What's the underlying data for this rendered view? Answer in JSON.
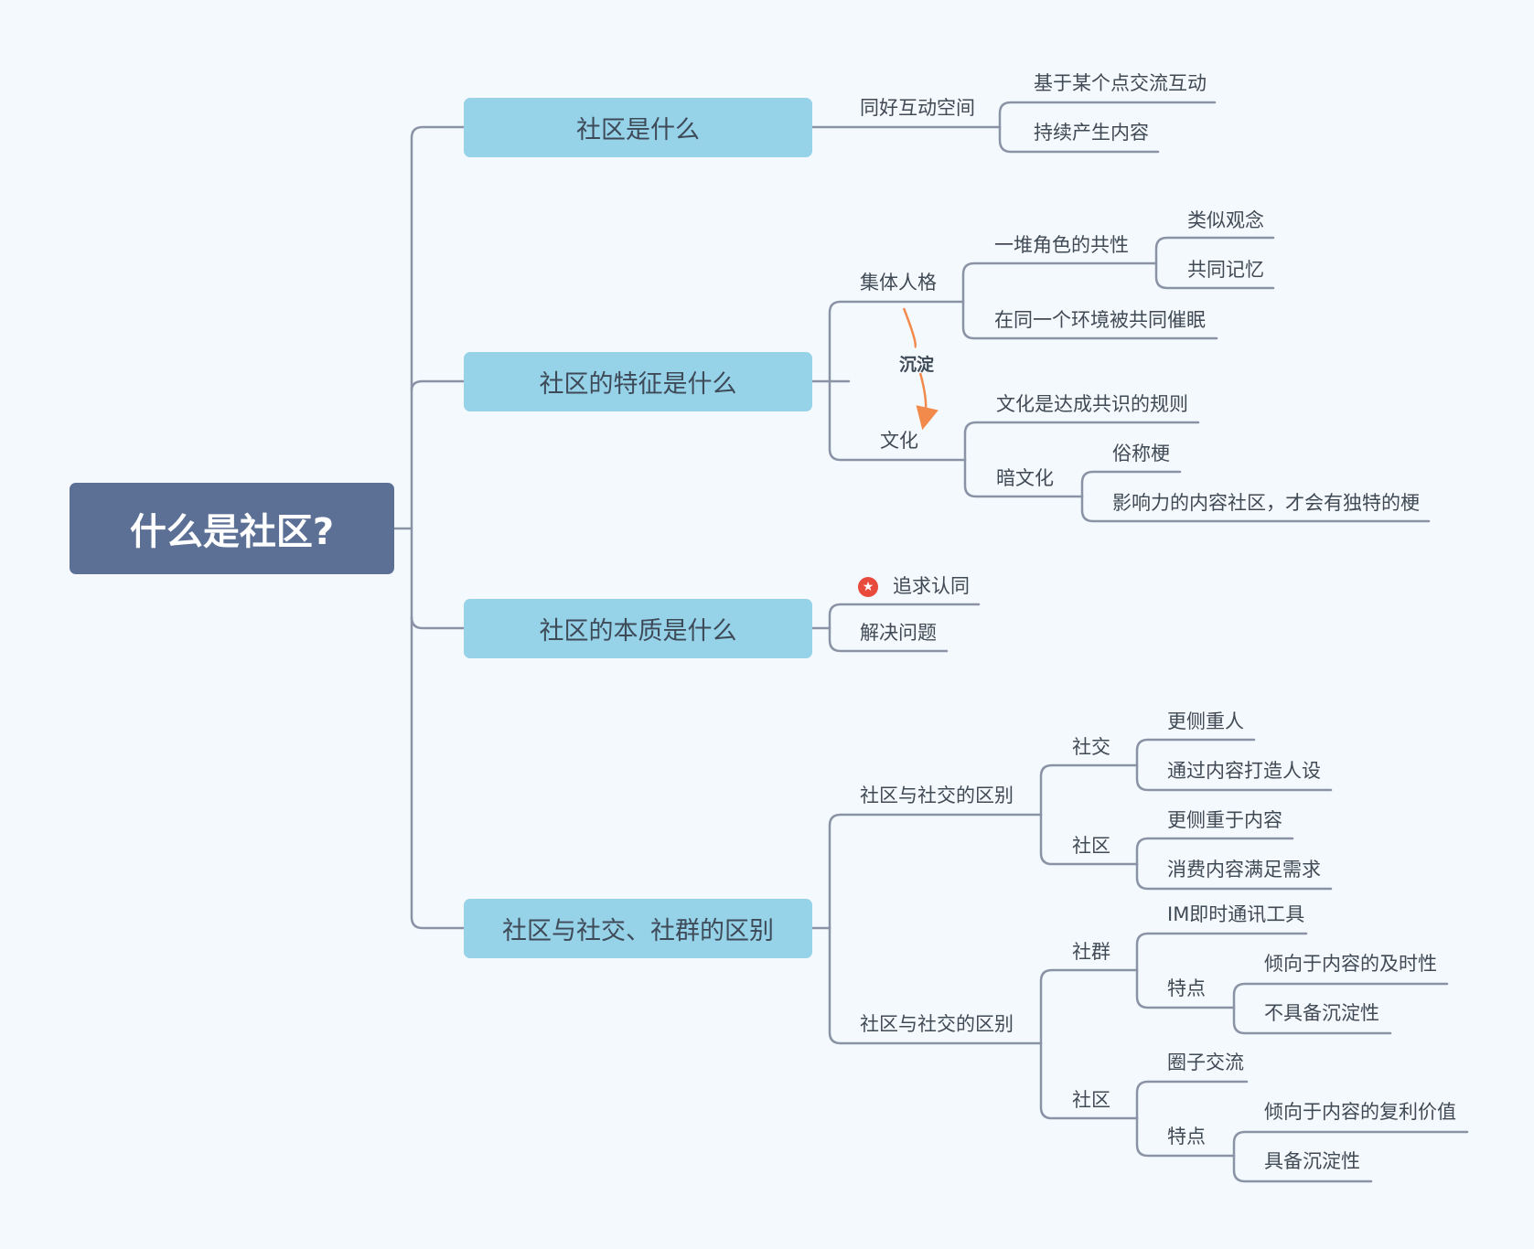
{
  "root": {
    "label": "什么是社区?"
  },
  "branches": {
    "what": {
      "label": "社区是什么",
      "space": "同好互动空间",
      "items": [
        "基于某个点交流互动",
        "持续产生内容"
      ]
    },
    "features": {
      "label": "社区的特征是什么",
      "collective": {
        "label": "集体人格",
        "common": "一堆角色的共性",
        "common_items": [
          "类似观念",
          "共同记忆"
        ],
        "hypnotized": "在同一个环境被共同催眠"
      },
      "relation_label": "沉淀",
      "culture": {
        "label": "文化",
        "rule": "文化是达成共识的规则",
        "hidden": "暗文化",
        "hidden_items": [
          "俗称梗",
          "影响力的内容社区，才会有独特的梗"
        ]
      }
    },
    "essence": {
      "label": "社区的本质是什么",
      "items": [
        "追求认同",
        "解决问题"
      ],
      "marker_icon": "star-icon"
    },
    "difference": {
      "label": "社区与社交、社群的区别",
      "social": {
        "label": "社区与社交的区别",
        "a": {
          "label": "社交",
          "items": [
            "更侧重人",
            "通过内容打造人设"
          ]
        },
        "b": {
          "label": "社区",
          "items": [
            "更侧重于内容",
            "消费内容满足需求"
          ]
        }
      },
      "group": {
        "label": "社区与社交的区别",
        "a": {
          "label": "社群",
          "tool": "IM即时通讯工具",
          "trait": "特点",
          "traits": [
            "倾向于内容的及时性",
            "不具备沉淀性"
          ]
        },
        "b": {
          "label": "社区",
          "tool": "圈子交流",
          "trait": "特点",
          "traits": [
            "倾向于内容的复利价值",
            "具备沉淀性"
          ]
        }
      }
    }
  },
  "colors": {
    "background": "#f4f9fd",
    "root": "#5c7096",
    "main_topic": "#96d2e8",
    "connector": "#8a93a6",
    "relationship": "#f28a4b",
    "marker": "#e84a3c"
  }
}
